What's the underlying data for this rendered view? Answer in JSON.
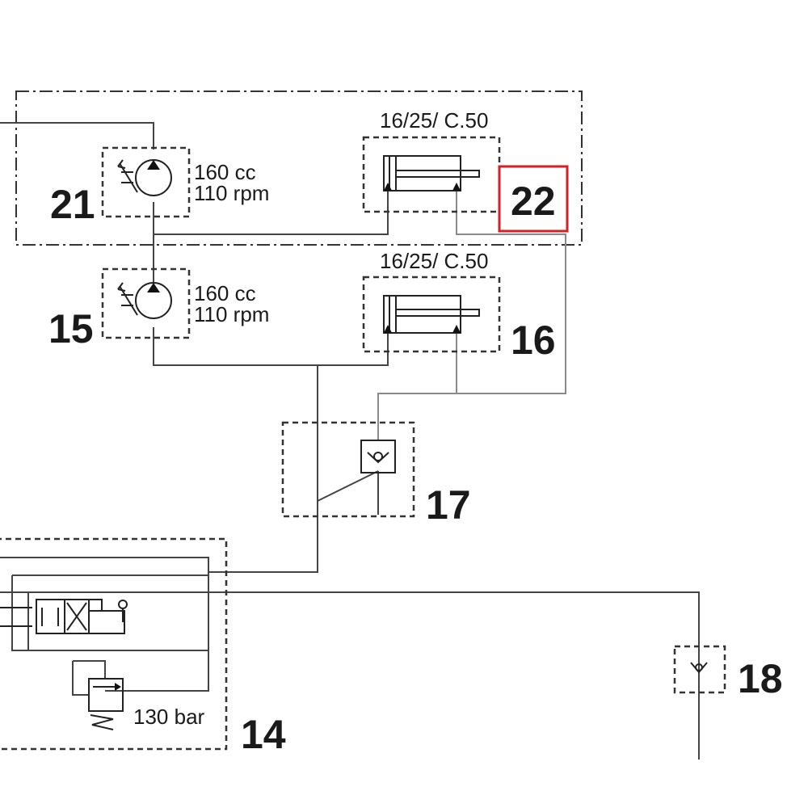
{
  "components": {
    "motor_21": {
      "number": "21",
      "displacement": "160 cc",
      "speed": "110 rpm"
    },
    "motor_15": {
      "number": "15",
      "displacement": "160 cc",
      "speed": "110 rpm"
    },
    "cylinder_22": {
      "number": "22",
      "spec": "16/25/ C.50"
    },
    "cylinder_16": {
      "number": "16",
      "spec": "16/25/ C.50"
    },
    "valve_17": {
      "number": "17"
    },
    "valve_block_14": {
      "number": "14",
      "relief_pressure": "130 bar"
    },
    "check_valve_18": {
      "number": "18"
    }
  },
  "highlight": {
    "target": "cylinder_22",
    "color": "#d42020"
  }
}
